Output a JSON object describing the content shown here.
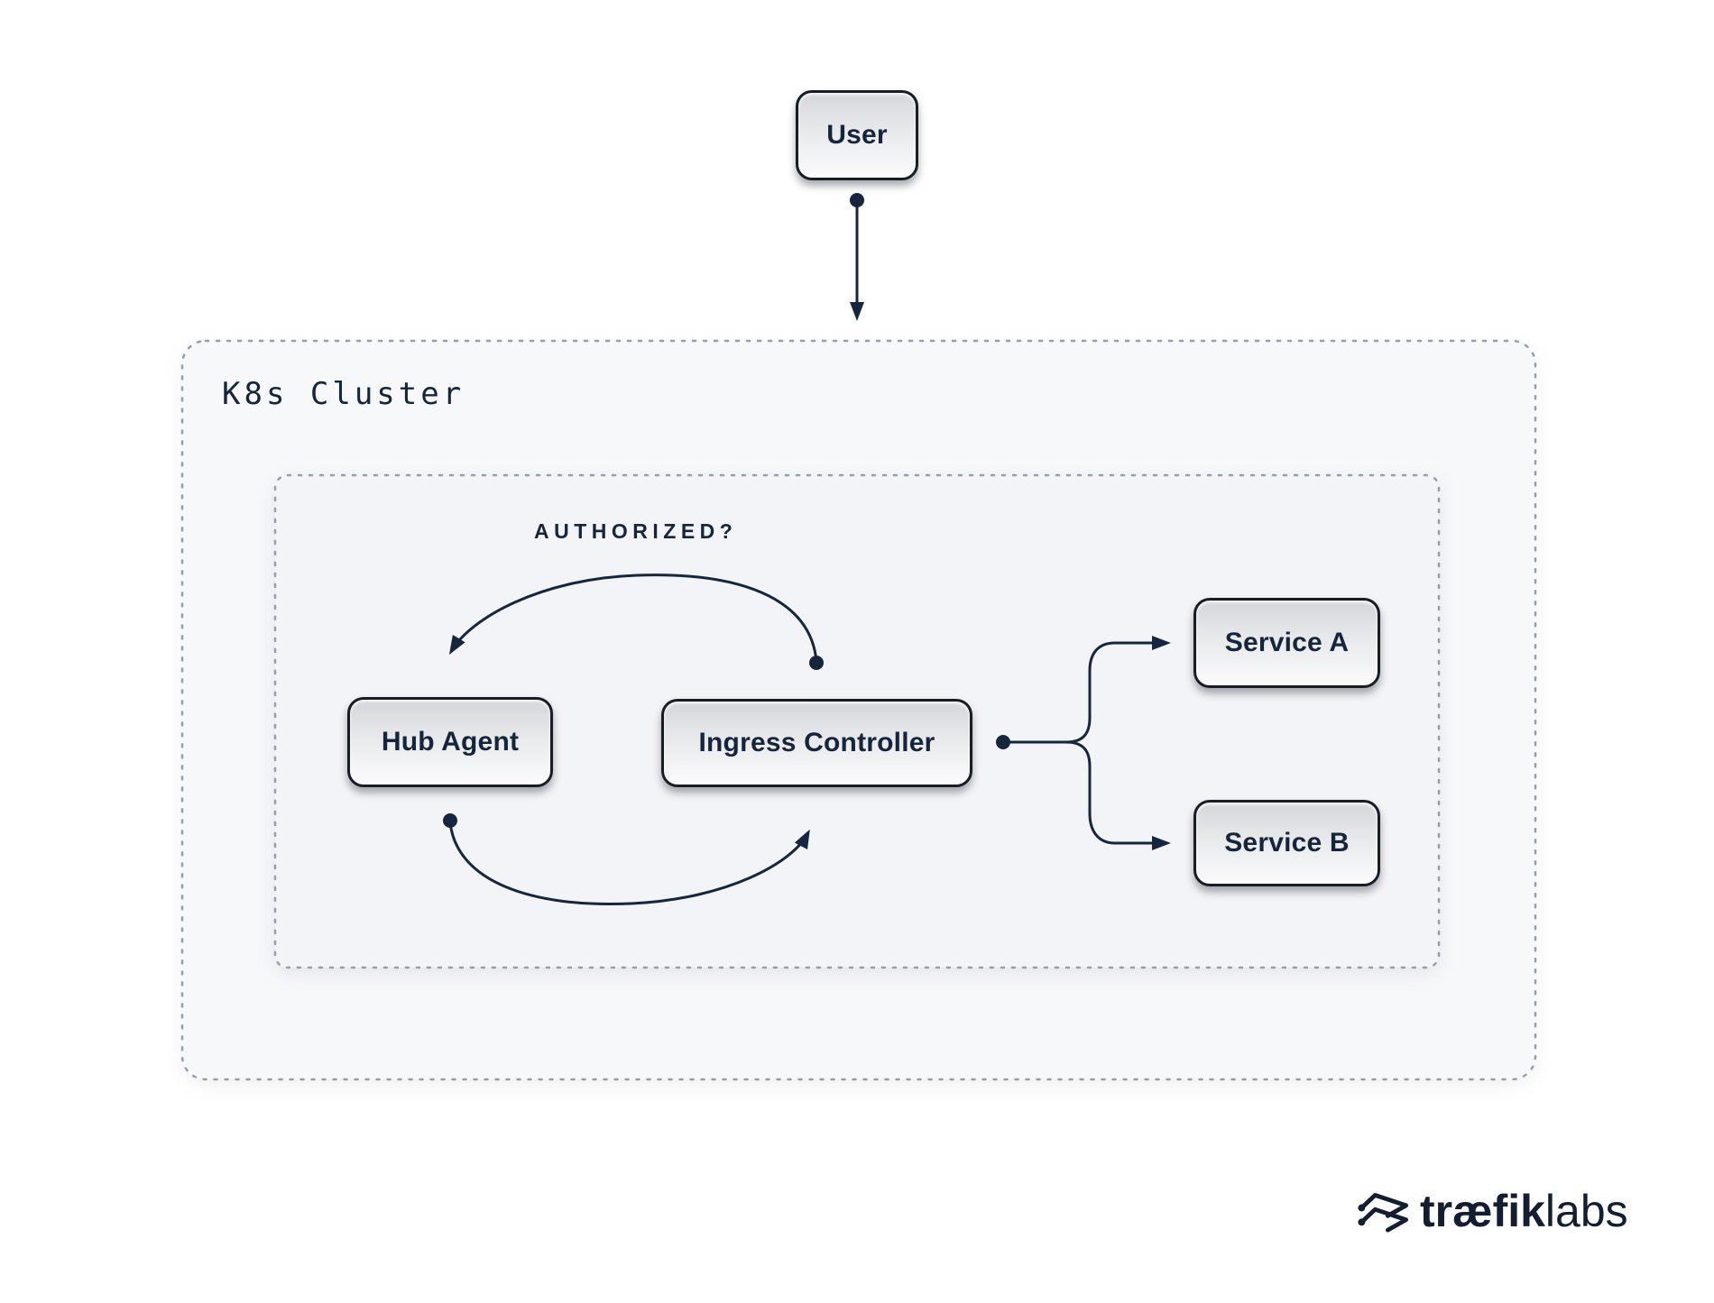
{
  "diagram": {
    "user": {
      "label": "User"
    },
    "k8s_cluster": {
      "label": "K8s Cluster"
    },
    "authorization_question": "AUTHORIZED?",
    "hub_agent": {
      "label": "Hub Agent"
    },
    "ingress_controller": {
      "label": "Ingress Controller"
    },
    "service_a": {
      "label": "Service A"
    },
    "service_b": {
      "label": "Service B"
    }
  },
  "branding": {
    "logo_icon": "traefik-mark",
    "wordmark_bold": "træfik",
    "wordmark_light": "labs"
  },
  "colors": {
    "line_navy": "#16263c",
    "node_border": "#181d25",
    "node_text": "#15263c",
    "dash_gray": "#989ea8",
    "outer_fill": "#f7f8fa",
    "inner_fill": "#f3f4f7",
    "page_bg": "#ffffff",
    "logo_navy": "#131f31"
  }
}
